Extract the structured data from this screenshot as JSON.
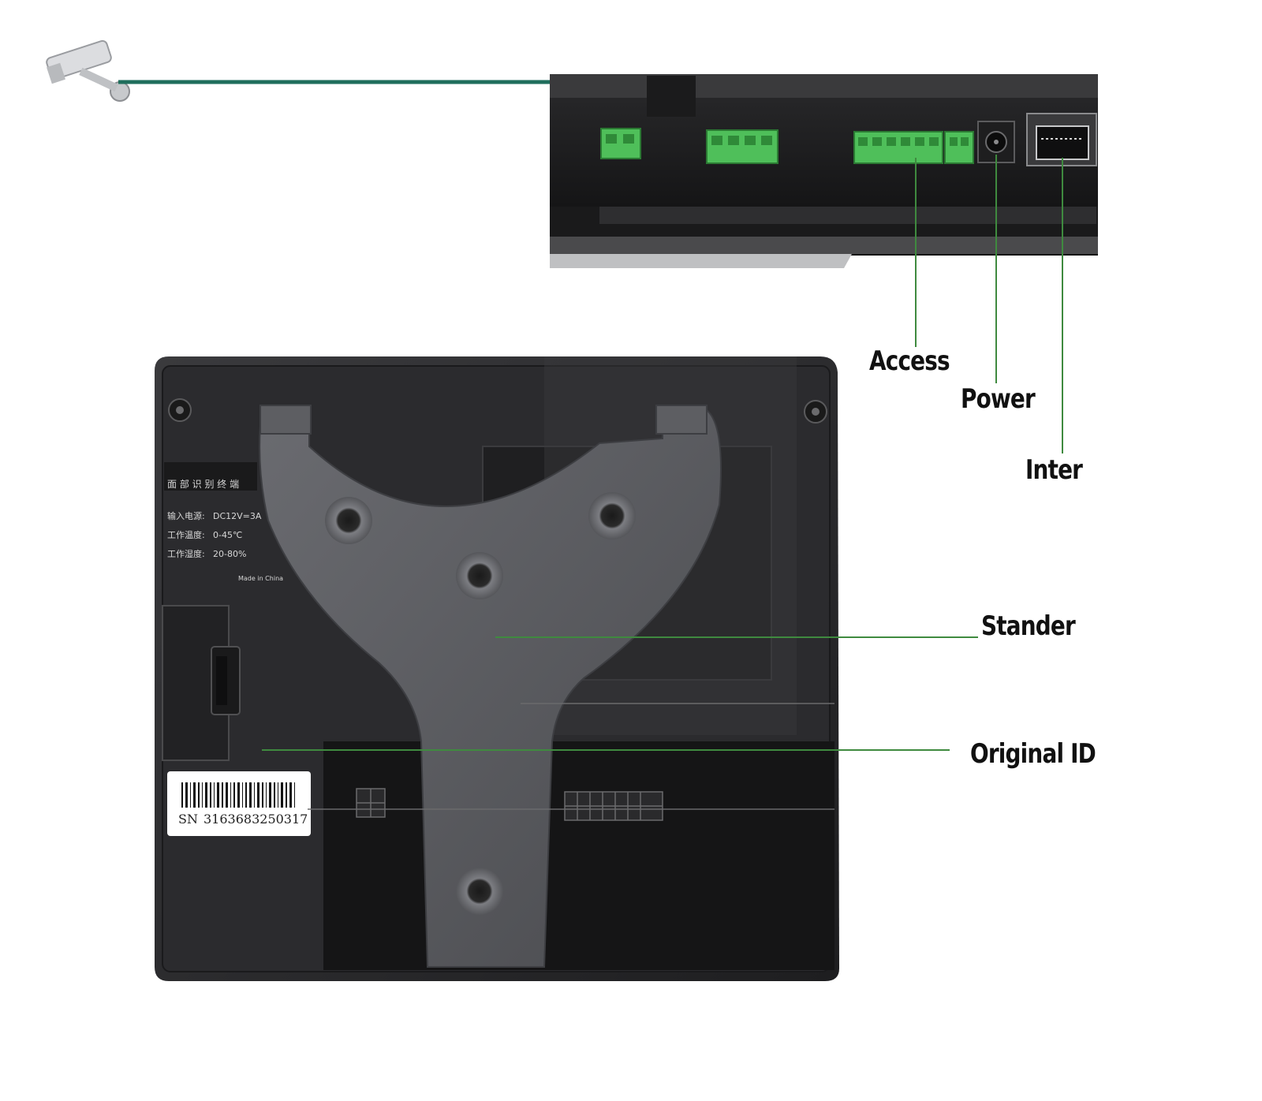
{
  "callouts": {
    "access": "Access",
    "power": "Power",
    "inter": "Inter",
    "stander": "Stander",
    "original_id": "Original ID"
  },
  "device_label": {
    "title_cn": "面 部 识 别 终 端",
    "rows": [
      {
        "key": "输入电源:",
        "value": "DC12V=3A"
      },
      {
        "key": "工作温度:",
        "value": "0-45℃"
      },
      {
        "key": "工作湿度:",
        "value": "20-80%"
      }
    ],
    "made_in": "Made in China"
  },
  "serial_sticker": {
    "prefix": "SN",
    "number": "3163683250317"
  },
  "colors": {
    "leader_line": "#3f8a3f",
    "cable": "#1f6e5c",
    "device_body": "#2e2e30",
    "stand": "#5c5d61",
    "connector": "#4fbf5a"
  },
  "icons": {
    "camera": "cctv-camera-icon",
    "rj45": "ethernet-port-icon",
    "dc_jack": "power-jack-icon"
  }
}
